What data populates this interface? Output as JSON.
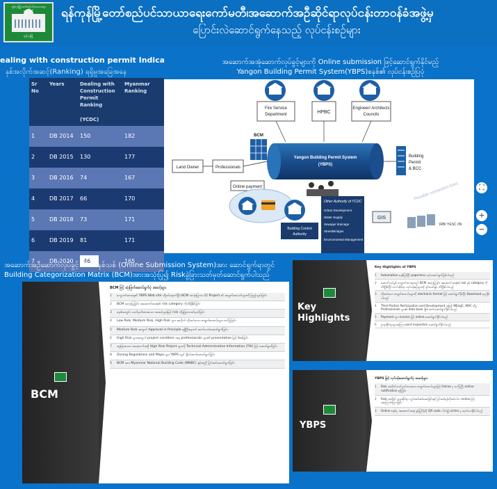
{
  "header": {
    "title_line1": "ရန်ကုန်မြို့တော်စည်ပင်သာယာရေးကော်မတီ၊အဆောက်အဦဆိုင်ရာလုပ်ငန်းတာဝန်ခံအဖွဲ့မှ",
    "title_line2": "ပြောင်းလဲဆောင်ရွက်နေသည့် လုပ်ငန်းစဉ်များ",
    "logo_top_text": "ရန်ကုန်မြို့တော်စည်ပင်သာယာရေးကော်မတီ",
    "logo_bottom_text": "ရန်ကုန်မြို့"
  },
  "ranking": {
    "title": "ealing with construction permit Indicator၏",
    "subtitle": "နှစ်အလိုက်အဆင့်(Ranking) ရရှိမှုအခြေအနေ",
    "columns": {
      "sr": "Sr No",
      "years": "Years",
      "dealing": "Dealing with Construction Permit Ranking",
      "dealing_unit": "(YCDC)",
      "myanmar": "Myanmar Ranking"
    },
    "rows": [
      {
        "sr": "1",
        "year": "DB 2014",
        "ycdc": "150",
        "myanmar": "182"
      },
      {
        "sr": "2",
        "year": "DB 2015",
        "ycdc": "130",
        "myanmar": "177"
      },
      {
        "sr": "3",
        "year": "DB 2016",
        "ycdc": "74",
        "myanmar": "167"
      },
      {
        "sr": "4",
        "year": "DB 2017",
        "ycdc": "66",
        "myanmar": "170"
      },
      {
        "sr": "5",
        "year": "DB 2018",
        "ycdc": "73",
        "myanmar": "171"
      },
      {
        "sr": "6",
        "year": "DB 2019",
        "ycdc": "81",
        "myanmar": "171"
      },
      {
        "sr": "7",
        "year": "DB 2020",
        "ycdc": "46",
        "myanmar": "165"
      }
    ]
  },
  "ybps": {
    "caption_line1": "အဆောက်အအုံဆောက်လုပ်ခွင့်များကို Online submission ဖြင့်ဆောင်ရွက်နိုင်မည့်",
    "caption_line2": "Yangon Building Permit System(YBPS)စနစ်၏ လုပ်ငန်းစဉ်ပြပုံ",
    "agencies": [
      "Fire Service Department",
      "HPBC",
      "Engineer/ Architects Councils"
    ],
    "land_owner": "Land Owner",
    "professionals": "Professionals",
    "bcm": "BCM",
    "online_payment": "Online payment",
    "system_name": "Yangon Building Permit System (YBPS)",
    "building_permit": "Building Permit & BCC",
    "bca": "Building Control Authority",
    "other_authority_title": "Other Authority of YCDC",
    "other_authorities": [
      "Urban Development",
      "Water Supply",
      "Sewage/ drainage",
      "Street/Bridges",
      "Environmental Management"
    ],
    "gis": "GIS",
    "possible_lines": "Possible connection lines",
    "irb": "IRB/ YESC /IN"
  },
  "controls": {
    "fit": "⛶",
    "zoom_in": "+",
    "zoom_out": "−"
  },
  "bcm_panel": {
    "caption_line1": "အဆောက်အဦဆောက်လုပ်ခွင့် ပါမစ်စနစ်သစ် (Online Submission System)အား ဆောင်ရွက်ရာတွင်",
    "caption_line2": "Building Categorization Matrix (BCM)အားအသုံးပြု၍ Riskခွဲခြားသတ်မှတ်ဆောင်ရွက်ပါသည်",
    "label": "BCM",
    "header": "BCM ဖြင့် ဆုံးဖြတ်ဆောင်ရွက်ပုံ အဆင့်များ",
    "items": [
      {
        "n": "1",
        "t": "လျှောက်ထားသူ၏ YBPS Web site သို့ဝင်ရောက်ပြီး BCM အသုံးပြုကာ မိမိ Project ၏ အချက်အလက်များကို ဖြည့်သွင်းခြင်း"
      },
      {
        "n": "2",
        "t": "BCM အသုံးပြုခြင်း အဆောက်အအုံ၏ risk category ကိုသိရှိနိုင်ခြင်း"
      },
      {
        "n": "3",
        "t": "စနစ်အတွင်း သတ်မှတ်ထားသော အဆင့်များဖြင့် risk ကိုခွဲခြားသတ်မှတ်ခြင်း"
      },
      {
        "n": "4",
        "t": "Low Risk, Medium Risk, High Risk များ အလိုက် လိုအပ်သော စာရွက်စာတမ်းများ တင်ပြခြင်း"
      },
      {
        "n": "5",
        "t": "Medium Risk အတွက် Approval in Principle ရရှိပြီးနောက် ဆက်လက်ဆောင်ရွက်ခြင်း"
      },
      {
        "n": "6",
        "t": "High Risk များအတွက် project condition အရ professionals များ၏ presentation ဖြင့် စိစစ်ခြင်း"
      },
      {
        "n": "7",
        "t": "ထူးခြားသော အဆောက်အဦ High Risk Project များကို Technical Administrative Information (TAI) ဖြင့် ဆောင်ရွက်ခြင်း"
      },
      {
        "n": "8",
        "t": "Zoning Regulations and Maps များ YBPS တွင် ချိတ်ဆက်ဆောင်ရွက်ခြင်း"
      },
      {
        "n": "9",
        "t": "BCM အား Myanmar National Building Code (MNBC) နှင့်အညီ ပြင်ဆင်ဆောင်ရွက်ခြင်း"
      }
    ]
  },
  "key_highlights": {
    "label": "Key Highlights",
    "header": "Key Highlights of YBPS",
    "items": [
      {
        "n": "1",
        "t": "Automation စနစ်ဖြစ်ပြီး paperless လုပ်ဆောင်ချက်ဖြစ်ပါသည်"
      },
      {
        "n": "2",
        "t": "ဆောက်လုပ်ခွင့် လျှောက်ထားရာတွင် BCM အသုံးပြုခြင်း အဆောက်အအုံ၏ risk နှင့် category ကိုသိရှိနိုင်ပြီး သက်ဆိုင်ရာ လုပ်ငန်းစဉ်များကို ရှင်းလင်းစွာ သိရှိနိုင်ပါသည်"
      },
      {
        "n": "3",
        "t": "လိုအပ်သော စာရွက်စာတမ်းများကို electronic format ဖြင့် ဆောင်ရွက်နိုင်ပြီး Download ရယူနိုင်ပါသည်"
      },
      {
        "n": "4",
        "t": "Third Parties Participation and Development အဖြစ် MEngC, MAC တို့မှ Professionals များ၏ data base ချိတ်ဆက်ဆောင်ရွက်နိုင်ပါသည်"
      },
      {
        "n": "5",
        "t": "Payment များ invoice ဖြင့် online ဆောင်ရွက်နိုင်ပါသည်"
      },
      {
        "n": "6",
        "t": "ဌာနဆိုင်ရာများအကြား joint inspection ဆောင်ရွက်နိုင်ပါသည်"
      }
    ]
  },
  "ybps_slide": {
    "label": "YBPS",
    "header": "YBPS ဖြင့် လုပ်ငန်းဆောင်ရွက်ပုံ အဆင့်များ",
    "items": [
      {
        "n": "1",
        "t": "Risk အလိုက်သတ်မှတ်ထားသော စာရွက်စာတမ်းများဖြင့် Online မှ တင်ပြပြီး online notification ရရှိခြင်း"
      },
      {
        "n": "2",
        "t": "Risk အလိုက် ဌာနဆိုင်ရာ ကွင်းဆင်းစစ်ဆေးခြင်းနှင့် ပြင်ဆင်ရန်လိုအပ်ပါက online ဖြင့် အကြောင်းကြားခြင်း"
      },
      {
        "n": "3",
        "t": "Online စနစ်မှ အဆောက်အအုံ ခွင့်ပြုမိန့်ကို QR code ပါဝင်၍ online မှ ထုတ်ပေးနိုင်ပါသည်"
      }
    ]
  }
}
